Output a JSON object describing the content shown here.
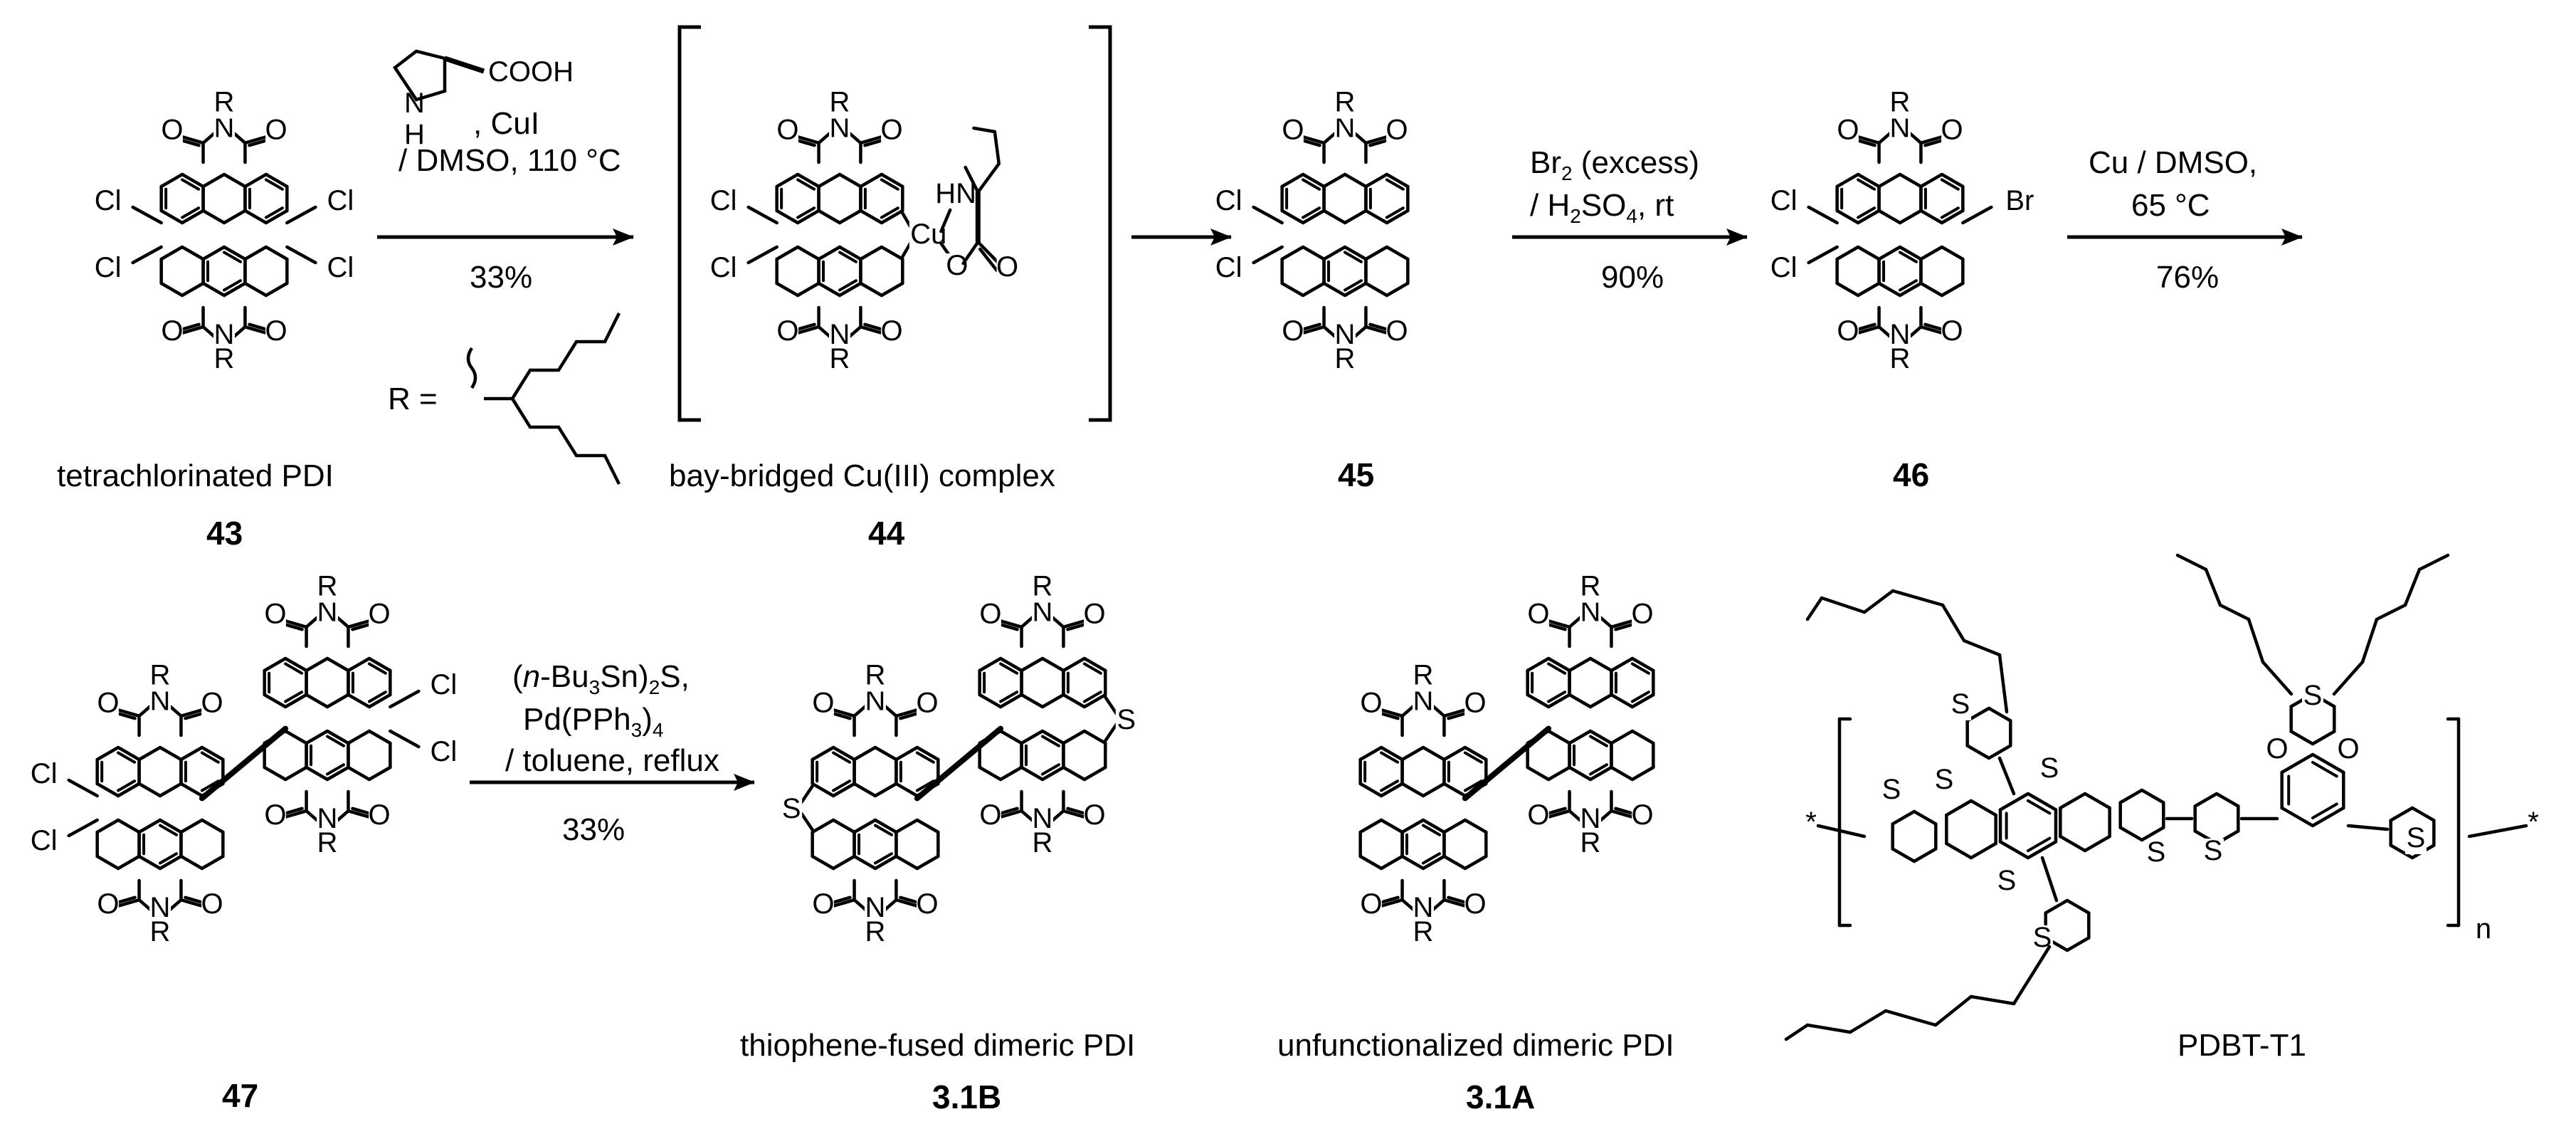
{
  "compounds": {
    "c43": {
      "caption": "tetrachlorinated PDI",
      "number": "43"
    },
    "c44": {
      "caption": "bay-bridged Cu(III) complex",
      "number": "44"
    },
    "c45": {
      "number": "45"
    },
    "c46": {
      "number": "46"
    },
    "c47": {
      "number": "47"
    },
    "c31B": {
      "caption": "thiophene-fused dimeric PDI",
      "number": "3.1B"
    },
    "c31A": {
      "caption": "unfunctionalized dimeric PDI",
      "number": "3.1A"
    },
    "polymer": {
      "caption": "PDBT-T1",
      "repeat": "n",
      "end_mark": "*"
    }
  },
  "reactions": {
    "step1": {
      "reagent_top": "COOH",
      "reagent_mid": ", CuI",
      "solvent": "/ DMSO, 110 °C",
      "yield": "33%",
      "r_def": "R ="
    },
    "step3": {
      "line1": "Br",
      "line1_sub": "2",
      "line1_rest": " (excess)",
      "line2_pre": "/ H",
      "line2_sub1": "2",
      "line2_mid": "SO",
      "line2_sub2": "4",
      "line2_rest": ", rt",
      "yield": "90%"
    },
    "step4": {
      "line1": "Cu / DMSO,",
      "line2": "65 °C",
      "yield": "76%"
    },
    "step5": {
      "line1_pre": "(",
      "line1_it": "n",
      "line1_mid": "-Bu",
      "line1_sub1": "3",
      "line1_mid2": "Sn)",
      "line1_sub2": "2",
      "line1_rest": "S,",
      "line2_pre": "Pd(PPh",
      "line2_sub1": "3",
      "line2_mid": ")",
      "line2_sub2": "4",
      "line3": "/ toluene, reflux",
      "yield": "33%"
    }
  },
  "atoms": {
    "R": "R",
    "N": "N",
    "O": "O",
    "Cl": "Cl",
    "Br": "Br",
    "S": "S",
    "Cu": "Cu",
    "HN": "HN",
    "H": "H"
  }
}
